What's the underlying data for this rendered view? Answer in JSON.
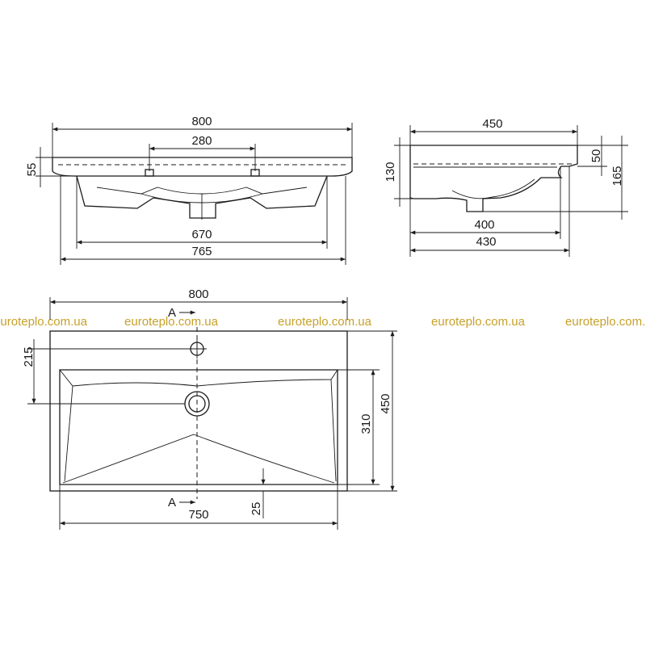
{
  "front_view": {
    "width_overall": "800",
    "tap_spacing": "280",
    "rim_height": "55",
    "bowl_width": "670",
    "base_width": "765"
  },
  "side_view": {
    "depth": "450",
    "height": "130",
    "rim_thickness": "50",
    "total_height": "165",
    "inner_depth": "400",
    "outer_depth": "430"
  },
  "top_view": {
    "width": "800",
    "depth": "450",
    "tap_offset": "215",
    "bowl_depth": "310",
    "bowl_width": "750",
    "front_margin": "25",
    "section_label_top": "A",
    "section_label_bottom": "A"
  },
  "watermarks": [
    "euroteplo.com.ua",
    "euroteplo.com.ua",
    "euroteplo.com.ua",
    "euroteplo.com.ua",
    "euroteplo.com.ua"
  ]
}
